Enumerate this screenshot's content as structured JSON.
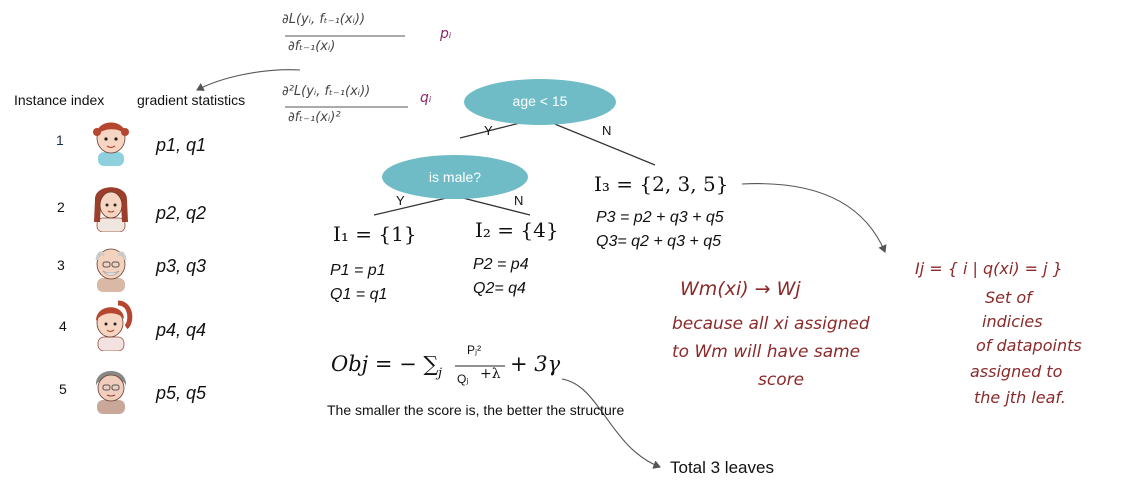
{
  "left": {
    "header_index": "Instance index",
    "header_stats": "gradient statistics",
    "rows": [
      {
        "index": "1",
        "stats": "p1, q1"
      },
      {
        "index": "2",
        "stats": "p2, q2"
      },
      {
        "index": "3",
        "stats": "p3, q3"
      },
      {
        "index": "4",
        "stats": "p4, q4"
      },
      {
        "index": "5",
        "stats": "p5, q5"
      }
    ]
  },
  "tree": {
    "root": "age < 15",
    "root_yes": "Y",
    "root_no": "N",
    "child": "is male?",
    "child_yes": "Y",
    "child_no": "N",
    "leaf1_set": "I₁ = {1}",
    "leaf1_p": "P1 = p1",
    "leaf1_q": "Q1 = q1",
    "leaf2_set": "I₂ = {4}",
    "leaf2_p": "P2 = p4",
    "leaf2_q": "Q2= q4",
    "leaf3_set": "I₃ = {2, 3, 5}",
    "leaf3_p": "P3 = p2 + q3 + q5",
    "leaf3_q": "Q3= q2 + q3 + q5",
    "node_color": "#6fbcc6"
  },
  "objective": {
    "lhs": "Obj = − ∑",
    "sub": "j",
    "numerator": "Pⱼ²",
    "denominator": "Qⱼ",
    "plus_lambda": "+λ",
    "tail": "+ 3γ",
    "caption": "The smaller the score is, the better the structure",
    "total_leaves": "Total 3 leaves"
  },
  "notes": {
    "grad_num": "∂L(yᵢ, fₜ₋₁(xᵢ))",
    "grad_den": "∂fₜ₋₁(xᵢ)",
    "grad_sym": "pᵢ",
    "hess_num": "∂²L(yᵢ, fₜ₋₁(xᵢ))",
    "hess_den": "∂fₜ₋₁(xᵢ)²",
    "hess_sym": "qᵢ",
    "wm_map": "Wm(xi) → Wj",
    "because_1": "because all xi assigned",
    "because_2": "to Wm will have same",
    "because_3": "score",
    "ij_def": "Ij = { i | q(xi) = j }",
    "set_1": "Set of",
    "set_2": "indicies",
    "set_3": "of datapoints",
    "set_4": "assigned to",
    "set_5": "the jth leaf."
  }
}
